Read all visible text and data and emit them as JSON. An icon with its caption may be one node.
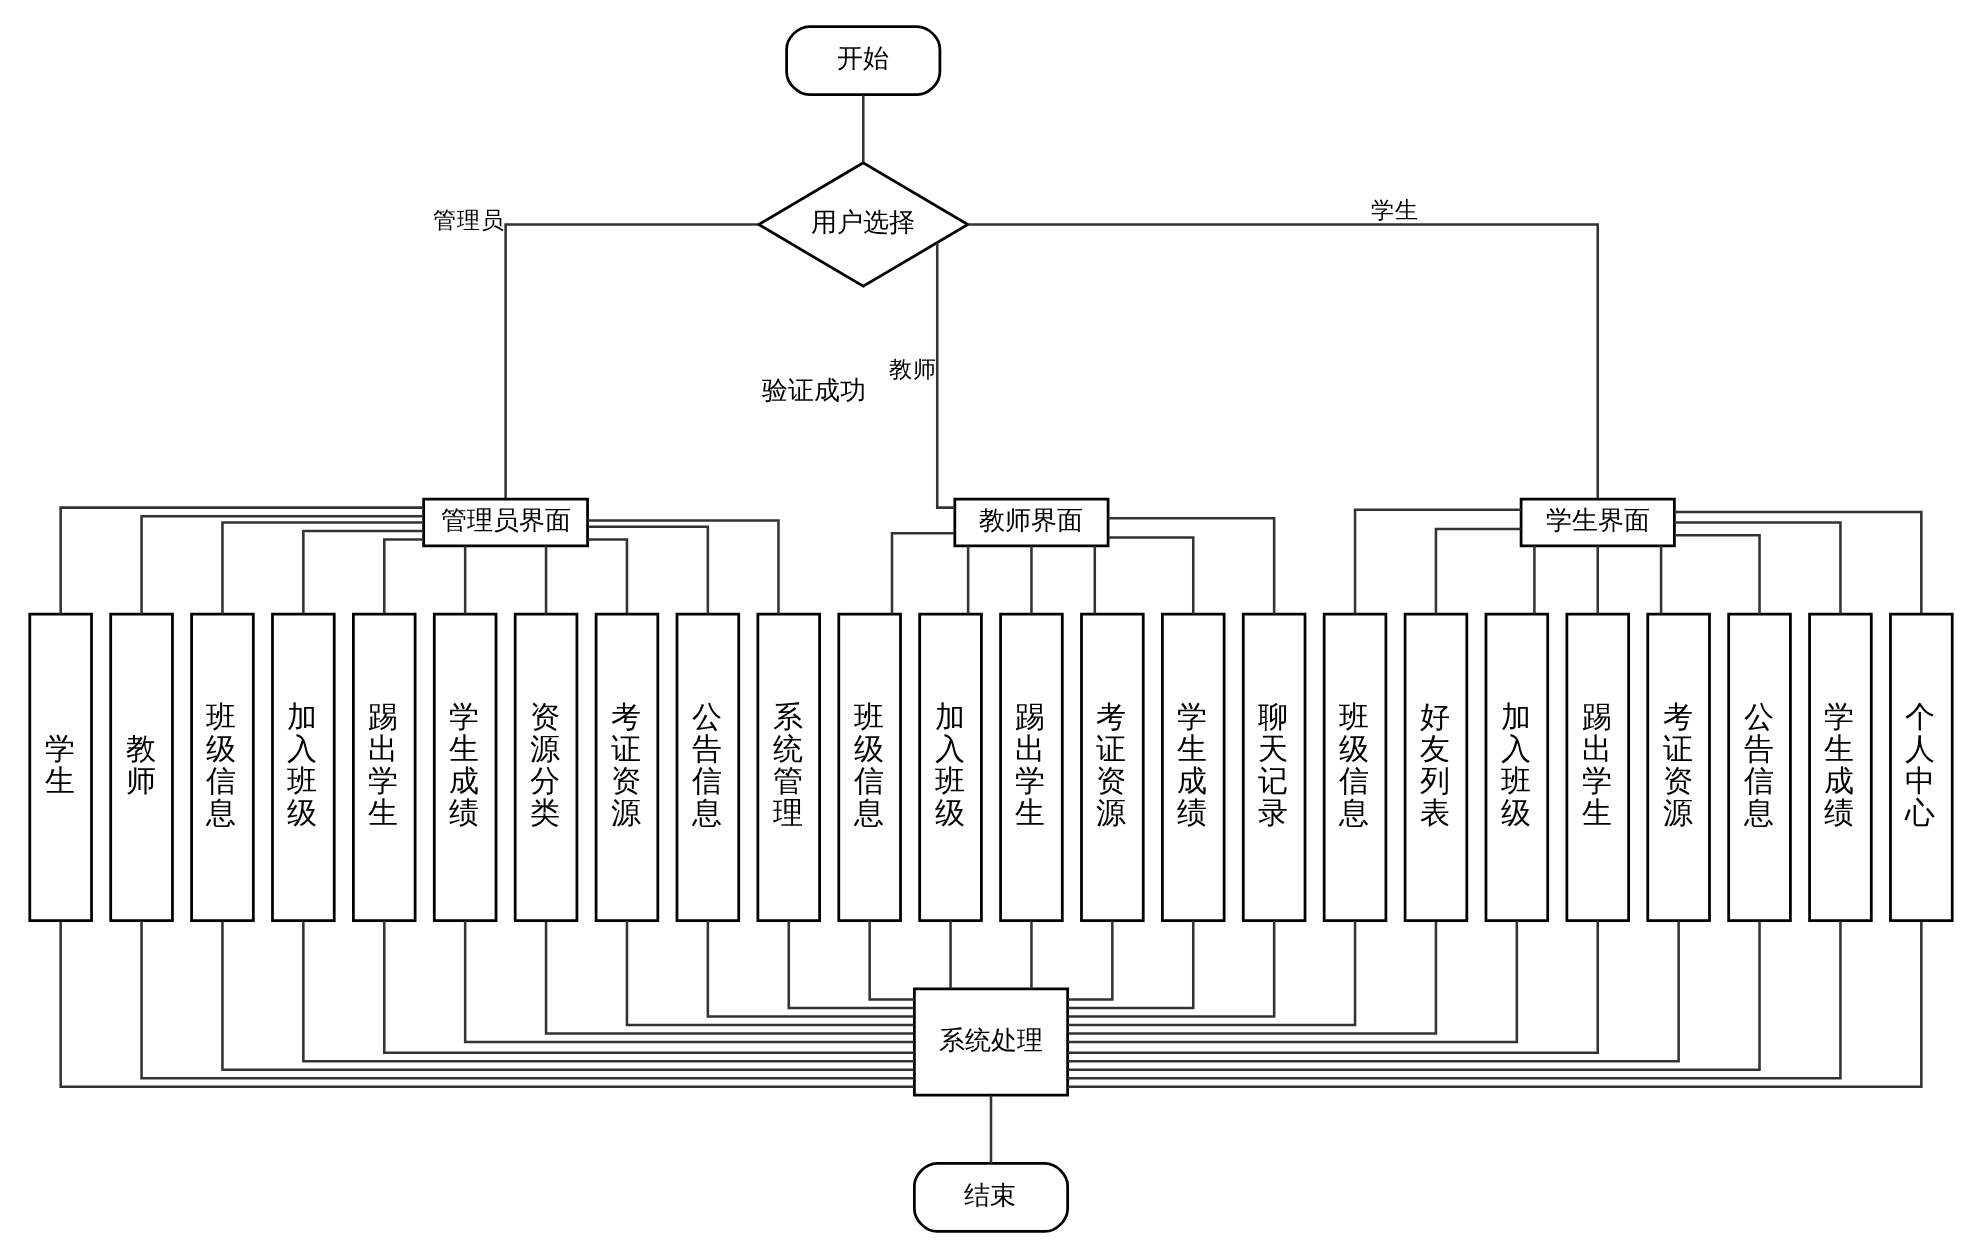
{
  "diagram": {
    "nodes": [
      {
        "text": [
          "开始"
        ]
      },
      {
        "text": [
          "用户选择"
        ]
      },
      {
        "text": [
          "管理员界面"
        ]
      },
      {
        "text": [
          "教师界面"
        ]
      },
      {
        "text": [
          "学生界面"
        ]
      },
      {
        "text": [
          "学生"
        ]
      },
      {
        "text": [
          "教师"
        ]
      },
      {
        "text": [
          "班级信息"
        ]
      },
      {
        "text": [
          "加入班级"
        ]
      },
      {
        "text": [
          "踢出学生"
        ]
      },
      {
        "text": [
          "学生成绩"
        ]
      },
      {
        "text": [
          "资源分类"
        ]
      },
      {
        "text": [
          "考证资源"
        ]
      },
      {
        "text": [
          "公告信息"
        ]
      },
      {
        "text": [
          "系统管理"
        ]
      },
      {
        "text": [
          "班级信息"
        ]
      },
      {
        "text": [
          "加入班级"
        ]
      },
      {
        "text": [
          "踢出学生"
        ]
      },
      {
        "text": [
          "考证资源"
        ]
      },
      {
        "text": [
          "学生成绩"
        ]
      },
      {
        "text": [
          "聊天记录"
        ]
      },
      {
        "text": [
          "班级信息"
        ]
      },
      {
        "text": [
          "好友列表"
        ]
      },
      {
        "text": [
          "加入班级"
        ]
      },
      {
        "text": [
          "踢出学生"
        ]
      },
      {
        "text": [
          "考证资源"
        ]
      },
      {
        "text": [
          "公告信息"
        ]
      },
      {
        "text": [
          "学生成绩"
        ]
      },
      {
        "text": [
          "个人中心"
        ]
      },
      {
        "text": [
          "系统处理"
        ]
      },
      {
        "text": [
          "结束"
        ]
      }
    ],
    "edges": [
      {
        "from": 0,
        "to": 1,
        "arrow": "none"
      },
      {
        "from": 1,
        "to": 2,
        "arrow": "none",
        "label": "管理员"
      },
      {
        "from": 1,
        "to": 3,
        "arrow": "none",
        "label": "教师"
      },
      {
        "from": 1,
        "to": 4,
        "arrow": "none",
        "label": "学生"
      },
      {
        "from": 2,
        "to": 5,
        "arrow": "none"
      },
      {
        "from": 2,
        "to": 6,
        "arrow": "none"
      },
      {
        "from": 2,
        "to": 7,
        "arrow": "none"
      },
      {
        "from": 2,
        "to": 8,
        "arrow": "none"
      },
      {
        "from": 2,
        "to": 9,
        "arrow": "none"
      },
      {
        "from": 2,
        "to": 10,
        "arrow": "none"
      },
      {
        "from": 2,
        "to": 11,
        "arrow": "none"
      },
      {
        "from": 2,
        "to": 12,
        "arrow": "none"
      },
      {
        "from": 2,
        "to": 13,
        "arrow": "none"
      },
      {
        "from": 2,
        "to": 14,
        "arrow": "none"
      },
      {
        "from": 3,
        "to": 15,
        "arrow": "none"
      },
      {
        "from": 3,
        "to": 16,
        "arrow": "none"
      },
      {
        "from": 3,
        "to": 17,
        "arrow": "none"
      },
      {
        "from": 3,
        "to": 18,
        "arrow": "none"
      },
      {
        "from": 3,
        "to": 19,
        "arrow": "none"
      },
      {
        "from": 3,
        "to": 20,
        "arrow": "none"
      },
      {
        "from": 4,
        "to": 21,
        "arrow": "none"
      },
      {
        "from": 4,
        "to": 22,
        "arrow": "none"
      },
      {
        "from": 4,
        "to": 23,
        "arrow": "none"
      },
      {
        "from": 4,
        "to": 24,
        "arrow": "none"
      },
      {
        "from": 4,
        "to": 25,
        "arrow": "none"
      },
      {
        "from": 4,
        "to": 26,
        "arrow": "none"
      },
      {
        "from": 4,
        "to": 27,
        "arrow": "none"
      },
      {
        "from": 4,
        "to": 28,
        "arrow": "none"
      },
      {
        "from": 5,
        "to": 29,
        "arrow": "none"
      },
      {
        "from": 6,
        "to": 29,
        "arrow": "none"
      },
      {
        "from": 7,
        "to": 29,
        "arrow": "none"
      },
      {
        "from": 8,
        "to": 29,
        "arrow": "none"
      },
      {
        "from": 9,
        "to": 29,
        "arrow": "none"
      },
      {
        "from": 10,
        "to": 29,
        "arrow": "none"
      },
      {
        "from": 11,
        "to": 29,
        "arrow": "none"
      },
      {
        "from": 12,
        "to": 29,
        "arrow": "none"
      },
      {
        "from": 13,
        "to": 29,
        "arrow": "none"
      },
      {
        "from": 14,
        "to": 29,
        "arrow": "none"
      },
      {
        "from": 15,
        "to": 29,
        "arrow": "none"
      },
      {
        "from": 16,
        "to": 29,
        "arrow": "none"
      },
      {
        "from": 17,
        "to": 29,
        "arrow": "none"
      },
      {
        "from": 18,
        "to": 29,
        "arrow": "none"
      },
      {
        "from": 19,
        "to": 29,
        "arrow": "none"
      },
      {
        "from": 20,
        "to": 29,
        "arrow": "none"
      },
      {
        "from": 21,
        "to": 29,
        "arrow": "none"
      },
      {
        "from": 22,
        "to": 29,
        "arrow": "none"
      },
      {
        "from": 23,
        "to": 29,
        "arrow": "none"
      },
      {
        "from": 24,
        "to": 29,
        "arrow": "none"
      },
      {
        "from": 25,
        "to": 29,
        "arrow": "none"
      },
      {
        "from": 26,
        "to": 29,
        "arrow": "none"
      },
      {
        "from": 27,
        "to": 29,
        "arrow": "none"
      },
      {
        "from": 28,
        "to": 29,
        "arrow": "none"
      },
      {
        "from": 29,
        "to": 30,
        "arrow": "none"
      }
    ],
    "labels": [
      "验证成功"
    ]
  }
}
